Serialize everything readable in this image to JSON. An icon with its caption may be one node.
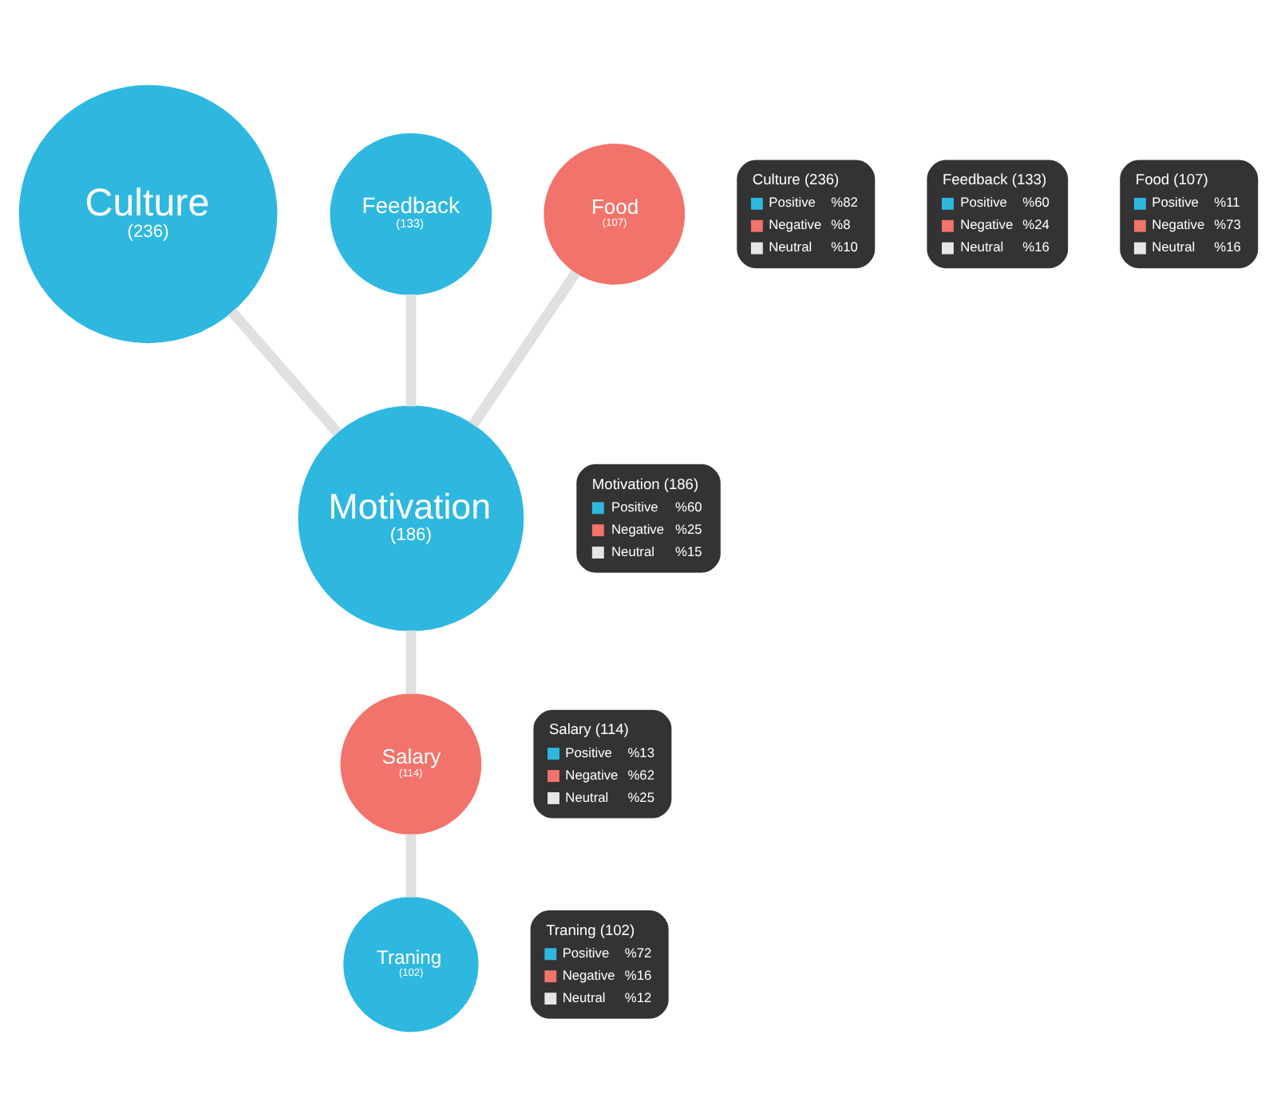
{
  "diagram": {
    "nodes": [
      {
        "text": [
          "Culture",
          "(236)"
        ]
      },
      {
        "text": [
          "Culture (236)",
          "Positive",
          "%82",
          "Negative",
          "%8",
          "Neutral",
          "%10"
        ]
      },
      {
        "text": [
          "Feedback (133)",
          "Positive",
          "%60",
          "Negative",
          "%24",
          "Neutral",
          "%16"
        ]
      },
      {
        "text": [
          "Feedback",
          "(133)"
        ]
      },
      {
        "text": [
          "Food",
          "(107)"
        ]
      },
      {
        "text": [
          "Traning",
          "(102)"
        ]
      },
      {
        "text": [
          "Food (107)",
          "Positive",
          "%11",
          "Negative",
          "%73",
          "Neutral",
          "%16"
        ]
      },
      {
        "text": [
          "Traning (102)",
          "Positive",
          "%72",
          "Negative",
          "%16",
          "Neutral",
          "%12"
        ]
      },
      {
        "text": [
          "Motivation",
          "(186)"
        ]
      },
      {
        "text": [
          "Motivation (186)",
          "Positive",
          "%60",
          "Negative",
          "%25",
          "Neutral",
          "%15"
        ]
      },
      {
        "text": [
          "Salary",
          "(114)"
        ]
      },
      {
        "text": [
          "Salary (114)",
          "Positive",
          "%13",
          "Negative",
          "%62",
          "Neutral",
          "%25"
        ]
      }
    ],
    "edges": [
      {
        "from": 0,
        "to": 8,
        "arrow": "none"
      },
      {
        "from": 4,
        "to": 8,
        "arrow": "none"
      },
      {
        "from": 3,
        "to": 8,
        "arrow": "none"
      },
      {
        "from": 8,
        "to": 10,
        "arrow": "none"
      },
      {
        "from": 10,
        "to": 5,
        "arrow": "none"
      }
    ]
  }
}
